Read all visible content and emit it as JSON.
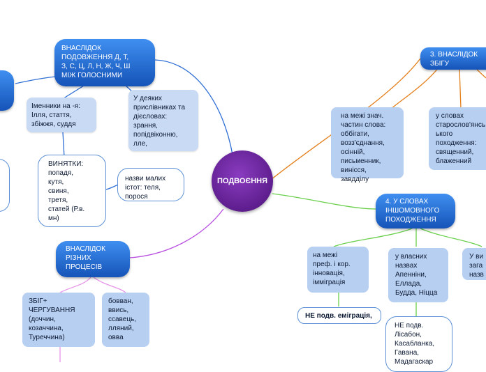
{
  "center": "ПОДВОЄННЯ",
  "branch_lengthening": {
    "title": "ВНАСЛІДОК\nПОДОВЖЕННЯ  Д, Т,\nЗ, С, Ц, Л, Н, Ж, Ч, Ш\nМІЖ ГОЛОСНИМИ",
    "nouns": "Іменники на -я:\nІлля, стаття,\nзбіжжя, суддя",
    "adverbs": "У деяких\nприслівниках та\nдієсловах:\nзрання,\nпопідвіконню,\nлле,",
    "exceptions": "ВИНЯТКИ:\nпопадя,\nкутя,\nсвиня,\nтретя,\nстатей (Р.в.\nмн)",
    "animals": "назви малих\nістот: теля,\nпорося"
  },
  "branch_various": {
    "title": "ВНАСЛІДОК\nРІЗНИХ\nПРОЦЕСІВ",
    "merge": "ЗБІГ+\nЧЕРГУВАННЯ\n(доччин,\nкозаччина,\nТуреччина)",
    "examples": "бовван,\nввись,\nссавець,\nлляний,\nовва"
  },
  "branch_confluence": {
    "title": "3.  ВНАСЛІДОК\nЗБІГУ",
    "boundary": "на межі знач.\nчастин слова:\nоббігати,\nвозз'єднання,\nосінній,\nписьменник,\nвинісся, завдділу",
    "old_slavonic": "у словах\nстарослов'янсь\nького\nпоходження:\nсвященний,\nблаженний"
  },
  "branch_foreign": {
    "title": "4. У СЛОВАХ\nІНШОМОВНОГО\nПОХОДЖЕННЯ",
    "prefix_root": "на межі\nпреф. і кор.\nінновація,\nімміграція",
    "not_doubled_1": "НЕ  подв. еміграція,",
    "proper_names": "у власних\nназвах\nАпенніни,\nЕллада,\nБудда, Ніцца",
    "common": "У ви\nзага\nназв",
    "not_doubled_2": "НЕ подв.\nЛісабон,\nКасабланка,\nГавана,\nМадагаскар"
  }
}
